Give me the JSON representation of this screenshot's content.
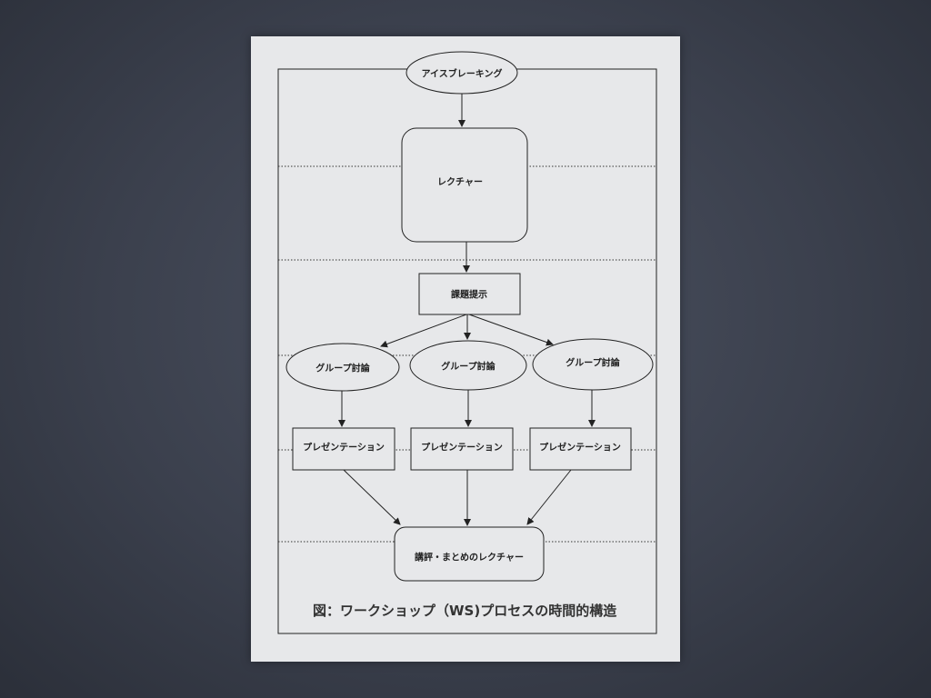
{
  "nodes": {
    "icebreaking": "アイスブレーキング",
    "lecture": "レクチャー",
    "assignment": "課題提示",
    "group_discussion": [
      "グループ討論",
      "グループ討論",
      "グループ討論"
    ],
    "presentation": [
      "プレゼンテーション",
      "プレゼンテーション",
      "プレゼンテーション"
    ],
    "summary_lecture": "講評・まとめのレクチャー"
  },
  "caption": "図：ワークショップ（WS)プロセスの時間的構造",
  "colors": {
    "background": "#3b404d",
    "paper": "#e7e8ea",
    "line": "#222222"
  }
}
